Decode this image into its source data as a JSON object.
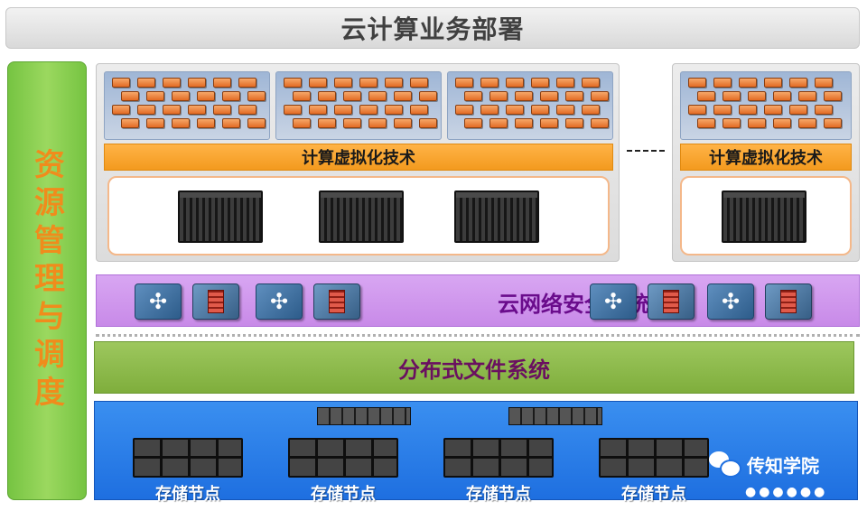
{
  "title": "云计算业务部署",
  "side_panel": {
    "label": "资源管理与调度"
  },
  "compute": {
    "virtualization_label": "计算虚拟化技术",
    "virtualization_label_right": "计算虚拟化技术",
    "ellipsis": "……"
  },
  "network": {
    "label": "云网络安全系统"
  },
  "filesystem": {
    "label": "分布式文件系统"
  },
  "storage": {
    "nodes": [
      "存储节点",
      "存储节点",
      "存储节点",
      "存储节点"
    ],
    "watermark": "传知学院",
    "more": "●●●●●●"
  },
  "colors": {
    "side_panel": "#76c442",
    "side_text": "#f08c1c",
    "virtualization_bar": "#f39a1e",
    "network_band": "#c88ae8",
    "network_text": "#6a0c8c",
    "filesystem_band": "#7fae3c",
    "filesystem_text": "#6a1060",
    "storage_band": "#1e6fe0"
  }
}
